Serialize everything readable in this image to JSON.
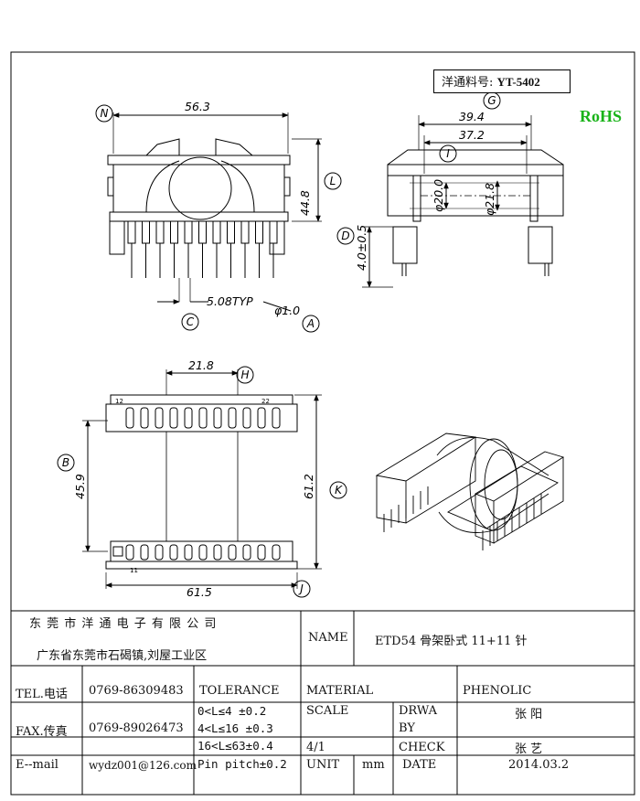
{
  "part_number": {
    "label": "洋通料号:",
    "value": "YT-5402"
  },
  "rohs": "RoHS",
  "dimensions": {
    "top_width": "56.3",
    "height": "44.8",
    "pin_pitch": "5.08TYP",
    "pin_dia": "φ1.0",
    "side_outer": "39.4",
    "side_inner": "37.2",
    "bore_small": "φ20.0",
    "bore_large": "φ21.8",
    "standoff": "4.0±0.5",
    "bottom_top": "21.8",
    "bottom_left": "45.9",
    "bottom_right": "61.2",
    "bottom_width": "61.5"
  },
  "callouts": [
    "N",
    "L",
    "C",
    "A",
    "G",
    "I",
    "D",
    "H",
    "B",
    "K",
    "J"
  ],
  "pin_numbers": {
    "top_left": "12",
    "top_right": "22",
    "bottom_left": "11"
  },
  "title_block": {
    "company": "东 莞 市 洋 通 电 子 有 限 公 司",
    "address": "广东省东莞市石碣镇,刘屋工业区",
    "name_label": "NAME",
    "name_value": "ETD54 骨架卧式 11+11 针",
    "tel_label": "TEL.电话",
    "tel_value": "0769-86309483",
    "fax_label": "FAX.传真",
    "fax_value": "0769-89026473",
    "email_label": "E--mail",
    "email_value": "wydz001@126.com",
    "tolerance_label": "TOLERANCE",
    "tolerance_lines": [
      "0<L≤4   ±0.2",
      "4<L≤16  ±0.3",
      "16<L≤63±0.4",
      "Pin pitch±0.2"
    ],
    "material_label": "MATERIAL",
    "material_value": "PHENOLIC",
    "scale_label": "SCALE",
    "scale_value": "4/1",
    "draw_label_1": "DRWA",
    "draw_label_2": "BY",
    "draw_value": "张 阳",
    "check_label": "CHECK",
    "check_value": "张 艺",
    "unit_label": "UNIT",
    "unit_value": "mm",
    "date_label": "DATE",
    "date_value": "2014.03.2"
  }
}
